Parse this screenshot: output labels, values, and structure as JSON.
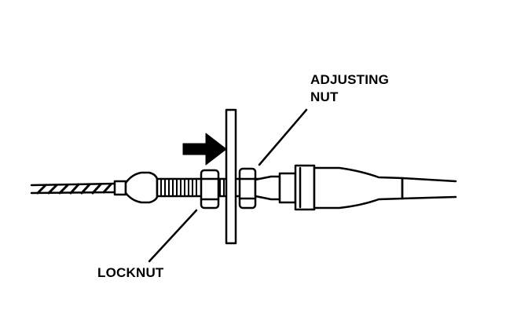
{
  "labels": {
    "adjusting_nut_line1": "ADJUSTING",
    "adjusting_nut_line2": "NUT",
    "locknut": "LOCKNUT"
  },
  "colors": {
    "line": "#000000",
    "background": "#ffffff"
  }
}
